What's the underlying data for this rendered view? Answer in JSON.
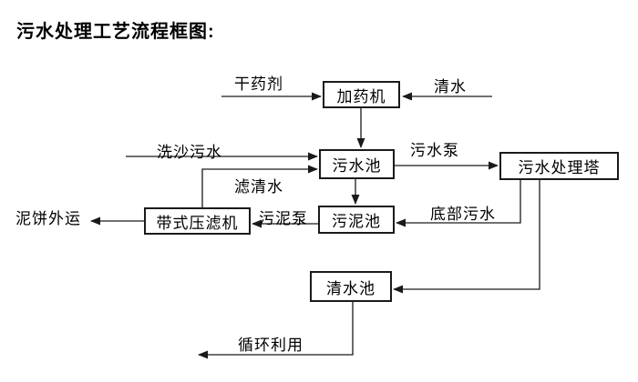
{
  "title": "污水处理工艺流程框图:",
  "diagram": {
    "nodes": {
      "dosing_machine": "加药机",
      "sewage_pool": "污水池",
      "treatment_tower": "污水处理塔",
      "sludge_pool": "污泥池",
      "belt_filter_press": "带式压滤机",
      "clean_water_pool": "清水池"
    },
    "flow_labels": {
      "dry_chemical": "干药剂",
      "clean_water": "清水",
      "sand_washing_sewage": "洗沙污水",
      "sewage_pump": "污水泵",
      "filtered_water": "滤清水",
      "sludge_pump": "污泥泵",
      "bottom_sewage": "底部污水",
      "mud_cake_out": "泥饼外运",
      "recycle": "循环利用"
    }
  },
  "colors": {
    "line": "#1a1a1a",
    "text": "#000000",
    "background": "#ffffff"
  }
}
